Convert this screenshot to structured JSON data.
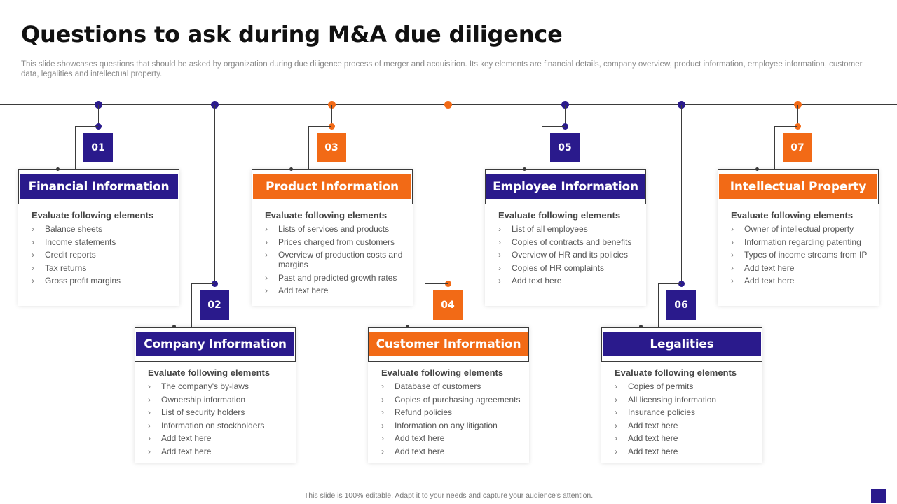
{
  "title": "Questions to ask during M&A due diligence",
  "subtitle": "This slide showcases questions that should be asked by organization during due diligence process of merger and acquisition. Its key elements are financial details, company overview,  product information, employee information, customer data, legalities and intellectual property.",
  "footer": "This slide is 100% editable. Adapt it to your needs and capture your audience's attention.",
  "colors": {
    "purple": "#2a1a8c",
    "orange": "#f26a16"
  },
  "cards": [
    {
      "num": "01",
      "title": "Financial Information",
      "lead": "Evaluate following elements",
      "items": [
        "Balance sheets",
        "Income statements",
        "Credit reports",
        "Tax returns",
        "Gross profit margins"
      ]
    },
    {
      "num": "02",
      "title": "Company Information",
      "lead": "Evaluate following elements",
      "items": [
        "The company's by-laws",
        "Ownership information",
        "List of security holders",
        "Information on stockholders",
        "Add text here",
        "Add text here"
      ]
    },
    {
      "num": "03",
      "title": "Product Information",
      "lead": "Evaluate following elements",
      "items": [
        "Lists of services and products",
        "Prices charged from customers",
        "Overview  of production costs and margins",
        "Past and predicted growth rates",
        "Add text here"
      ]
    },
    {
      "num": "04",
      "title": "Customer Information",
      "lead": "Evaluate following elements",
      "items": [
        "Database of customers",
        "Copies of purchasing agreements",
        "Refund policies",
        "Information on any litigation",
        "Add text here",
        "Add text here"
      ]
    },
    {
      "num": "05",
      "title": "Employee Information",
      "lead": "Evaluate following elements",
      "items": [
        "List of all employees",
        "Copies of contracts and benefits",
        "Overview of HR and its policies",
        "Copies of HR complaints",
        "Add text here"
      ]
    },
    {
      "num": "06",
      "title": "Legalities",
      "lead": "Evaluate following elements",
      "items": [
        "Copies of permits",
        "All licensing information",
        "Insurance policies",
        "Add text here",
        "Add text here",
        "Add text here"
      ]
    },
    {
      "num": "07",
      "title": "Intellectual Property",
      "lead": "Evaluate following elements",
      "items": [
        "Owner of intellectual property",
        "Information regarding patenting",
        "Types of income streams from IP",
        "Add text here",
        "Add text here"
      ]
    }
  ]
}
